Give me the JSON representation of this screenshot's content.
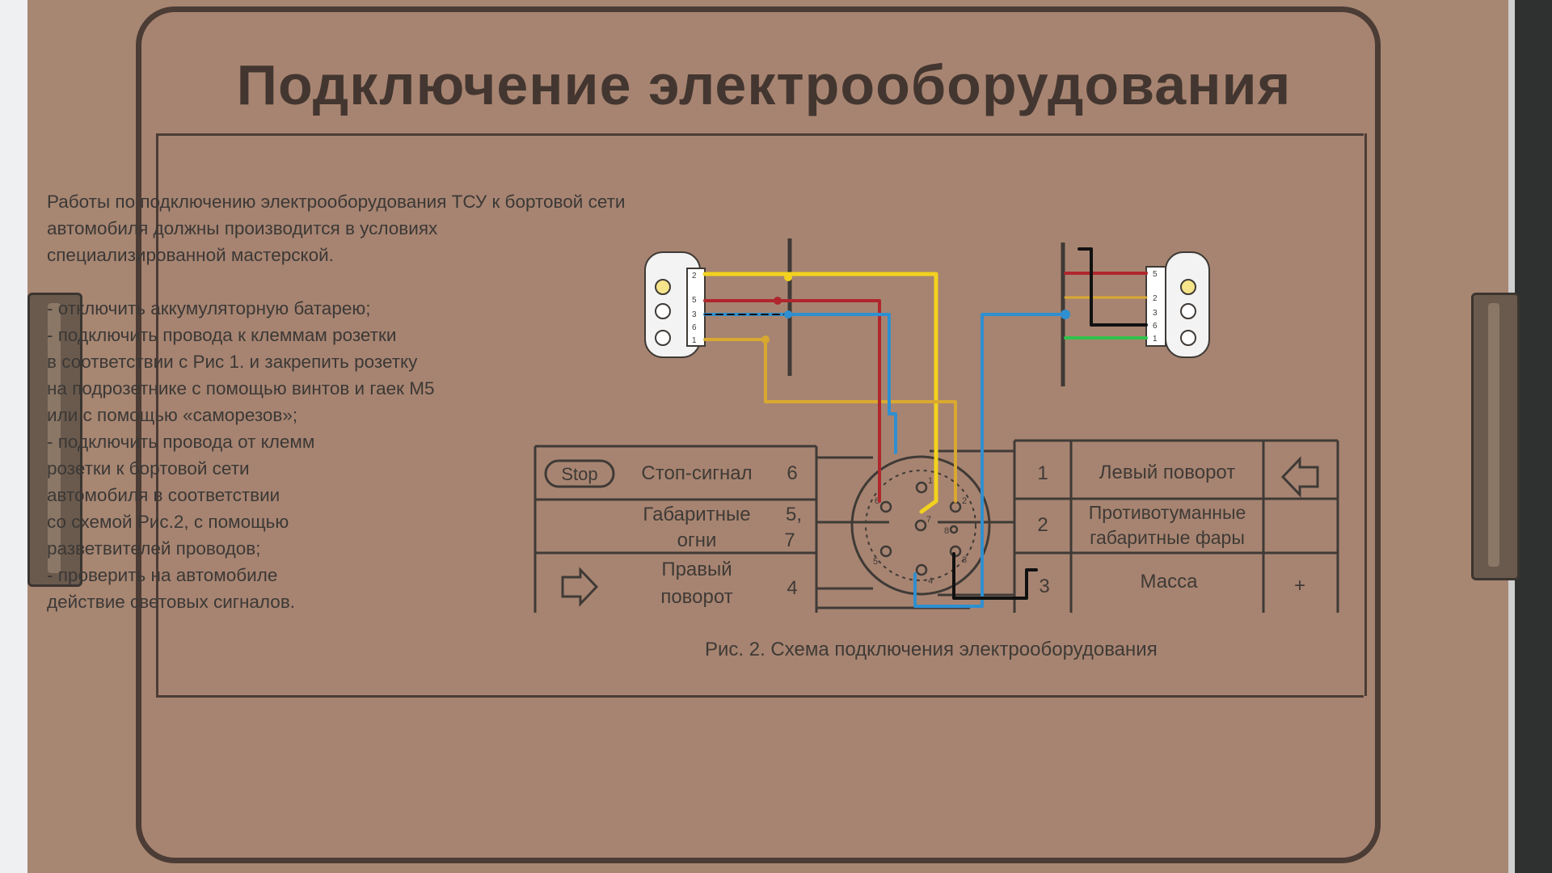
{
  "title": "Подключение электрооборудования",
  "intro": {
    "lines": [
      "Работы по подключению электрооборудования ТСУ к бортовой сети",
      "автомобиля должны производится в условиях",
      "специализированной мастерской.",
      "",
      "- отключить аккумуляторную батарею;",
      "- подключить провода к клеммам розетки",
      "в соответствии с Рис 1. и закрепить розетку",
      "на подрозетнике с помощью винтов и гаек М5",
      "или с помощью «саморезов»;",
      "- подключить провода от клемм",
      "розетки к бортовой сети",
      "автомобиля в соответствии",
      "со схемой Рис.2, с помощью",
      "разветвителей проводов;",
      "- проверить на автомобиле",
      "действие световых сигналов."
    ]
  },
  "left_table": {
    "stop_badge": "Stop",
    "rows": [
      {
        "label": "Стоп-сигнал",
        "pin": "6"
      },
      {
        "label_line1": "Габаритные",
        "label_line2": "огни",
        "pin_line1": "5,",
        "pin_line2": "7"
      },
      {
        "label_line1": "Правый",
        "label_line2": "поворот",
        "pin": "4"
      }
    ]
  },
  "right_table": {
    "rows": [
      {
        "pin": "1",
        "label": "Левый поворот"
      },
      {
        "pin": "2",
        "label_line1": "Противотуманные",
        "label_line2": "габаритные фары"
      },
      {
        "pin": "3",
        "label": "Масса",
        "symbol": "+"
      }
    ]
  },
  "socket": {
    "pins": [
      "1",
      "2",
      "3",
      "4",
      "5",
      "6",
      "7",
      "8"
    ]
  },
  "left_connector_pins": [
    "2",
    "5",
    "3",
    "6",
    "1"
  ],
  "right_connector_pins": [
    "5",
    "2",
    "3",
    "6",
    "1"
  ],
  "caption": "Рис. 2. Схема подключения электрооборудования",
  "colors": {
    "wire_yellow": "#f2d21e",
    "wire_orange": "#d9a830",
    "wire_red": "#b0262d",
    "wire_blue": "#2f8fd0",
    "wire_green": "#2fc24a",
    "wire_black": "#111111",
    "ink": "#3f3a36",
    "card_border": "#4b3c35"
  }
}
